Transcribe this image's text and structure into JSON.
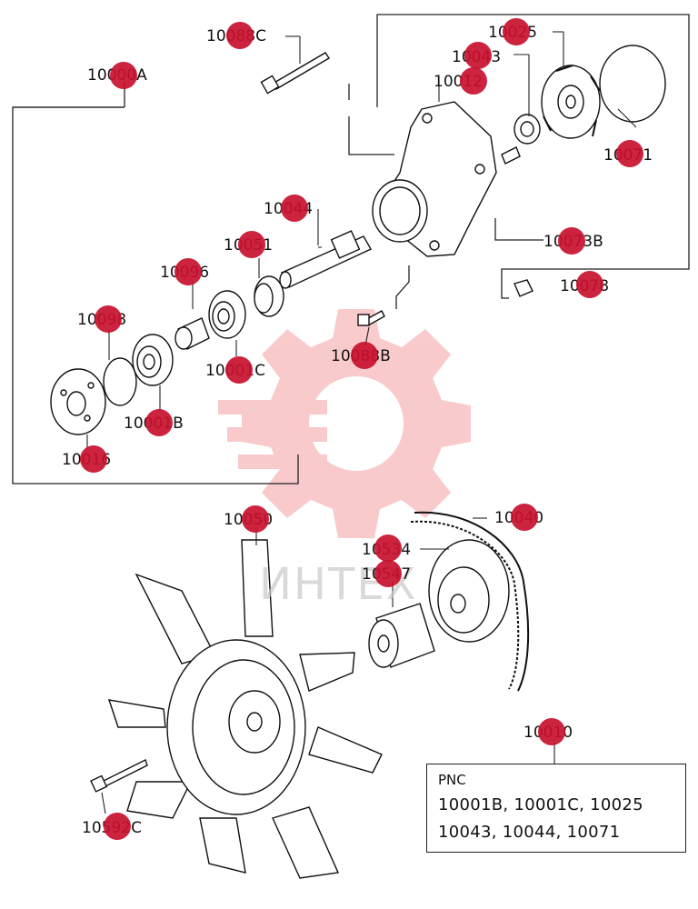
{
  "watermark": {
    "text": "ИНТЕХ",
    "color": "#e8141c"
  },
  "colors": {
    "marker": "#c8102e",
    "line": "#222222"
  },
  "labels": {
    "l10088c": "10088C",
    "l10000a": "10000A",
    "l10025": "10025",
    "l10043": "10043",
    "l10012": "10012",
    "l10071": "10071",
    "l10073": "10073B",
    "l10044": "10044",
    "l10051": "10051",
    "l10096": "10096",
    "l10078": "10078",
    "l10098": "10098",
    "l10001c": "10001C",
    "l10088b": "10088B",
    "l10001b": "10001B",
    "l10016": "10016",
    "l10050": "10050",
    "l10040": "10040",
    "l10534": "10534",
    "l10547": "10547",
    "l10010": "10010",
    "l10592c": "10592C"
  },
  "pnc": {
    "title": "PNC",
    "line1": "10001B, 10001C, 10025",
    "line2": "10043, 10044, 10071"
  }
}
